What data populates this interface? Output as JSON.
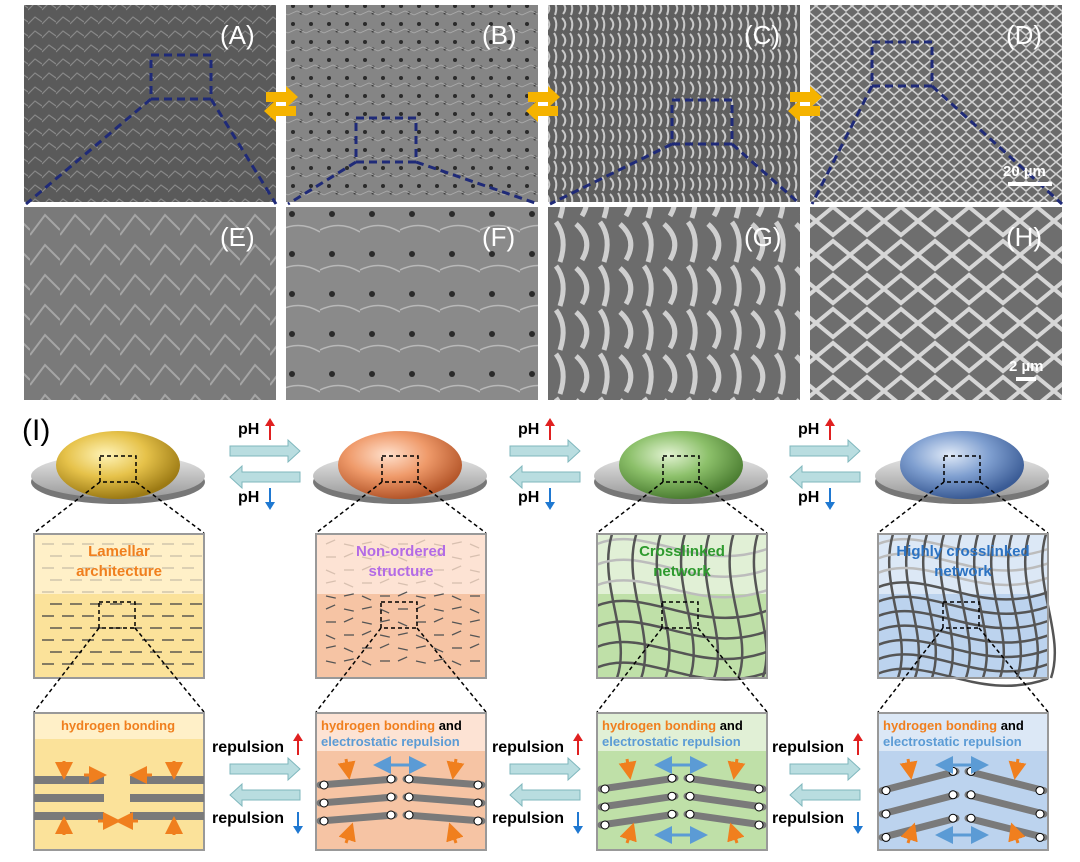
{
  "panels": {
    "top_labels": [
      "(A)",
      "(B)",
      "(C)",
      "(D)"
    ],
    "bottom_labels": [
      "(E)",
      "(F)",
      "(G)",
      "(H)"
    ],
    "scale_top": "20 µm",
    "scale_bottom": "2 µm"
  },
  "schematic": {
    "label": "(I)",
    "ph_text": "pH",
    "stages": [
      {
        "color": "#e6c24a",
        "header": [
          "Lamellar",
          "architecture"
        ],
        "header_color": "#f07f1e",
        "bond": "hydrogen bonding",
        "bond_extra": "",
        "bond_extra2": ""
      },
      {
        "color": "#ef9a6a",
        "header": [
          "Non-ordered",
          "structure"
        ],
        "header_color": "#b36be6",
        "bond": "hydrogen bonding",
        "bond_extra": " and",
        "bond_extra2": "electrostatic repulsion"
      },
      {
        "color": "#8cc06a",
        "header": [
          "Crosslinked",
          "network"
        ],
        "header_color": "#2e9a2e",
        "bond": "hydrogen bonding",
        "bond_extra": " and",
        "bond_extra2": "electrostatic repulsion"
      },
      {
        "color": "#7f9fd0",
        "header": [
          "Highly crosslinked",
          "network"
        ],
        "header_color": "#2c73c3",
        "bond": "hydrogen bonding",
        "bond_extra": " and",
        "bond_extra2": "electrostatic repulsion"
      }
    ],
    "repulsion_text": "repulsion",
    "colors": {
      "orange": "#f07f1e",
      "blue_text": "#5b9bd5",
      "up_arrow": "#e02020",
      "down_arrow": "#1f78d1",
      "dashed": "#1f2a78",
      "cyan_arrow": "#b9dde0"
    }
  }
}
